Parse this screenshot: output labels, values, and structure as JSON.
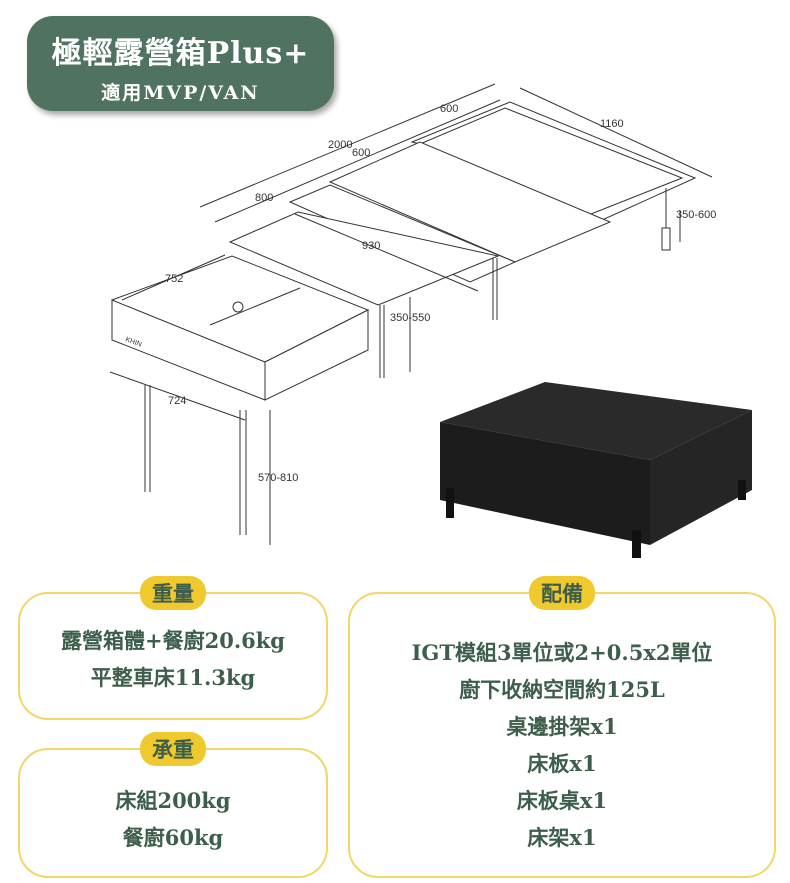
{
  "header": {
    "title": "極輕露營箱Plus+",
    "subtitle": "適用MVP/VAN"
  },
  "diagram": {
    "brand": "KHIN",
    "dimensions": {
      "top_600": "600",
      "width_1160": "1160",
      "total_2000": "2000",
      "mid_600": "600",
      "len_800": "800",
      "depth_930": "930",
      "drawer_752": "752",
      "table_height": "350-600",
      "bed_height": "350-550",
      "drawer_724": "724",
      "kitchen_height": "570-810"
    }
  },
  "cards": {
    "weight": {
      "tag": "重量",
      "lines": [
        "露營箱體+餐廚20.6kg",
        "平整車床11.3kg"
      ]
    },
    "load": {
      "tag": "承重",
      "lines": [
        "床組200kg",
        "餐廚60kg"
      ]
    },
    "equipment": {
      "tag": "配備",
      "lines": [
        "IGT模組3單位或2+0.5x2單位",
        "廚下收納空間約125L",
        "桌邊掛架x1",
        "床板x1",
        "床板桌x1",
        "床架x1"
      ]
    }
  },
  "colors": {
    "green": "#4f7360",
    "yellow": "#f0c92f",
    "border": "#f2d66a",
    "text": "#3e5e4c"
  }
}
